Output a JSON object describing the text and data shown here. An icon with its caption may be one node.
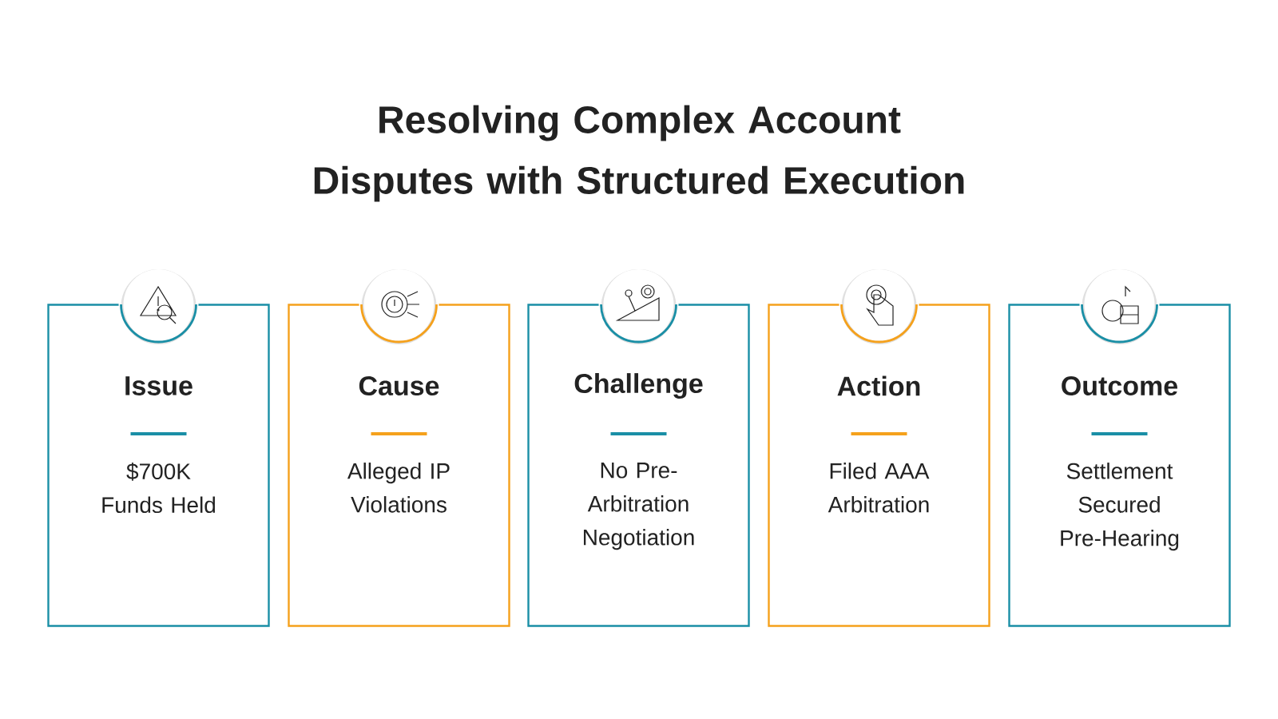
{
  "diagram": {
    "title": "Resolving Complex Account Disputes with Structured Execution",
    "nodes": [
      {
        "text": [
          "Issue",
          "$700K Funds Held"
        ]
      },
      {
        "text": [
          "Cause",
          "Alleged IP Violations"
        ]
      },
      {
        "text": [
          "Challenge",
          "No Pre-Arbitration Negotiation"
        ]
      },
      {
        "text": [
          "Action",
          "Filed AAA Arbitration"
        ]
      },
      {
        "text": [
          "Outcome",
          "Settlement Secured Pre-Hearing"
        ]
      }
    ]
  }
}
